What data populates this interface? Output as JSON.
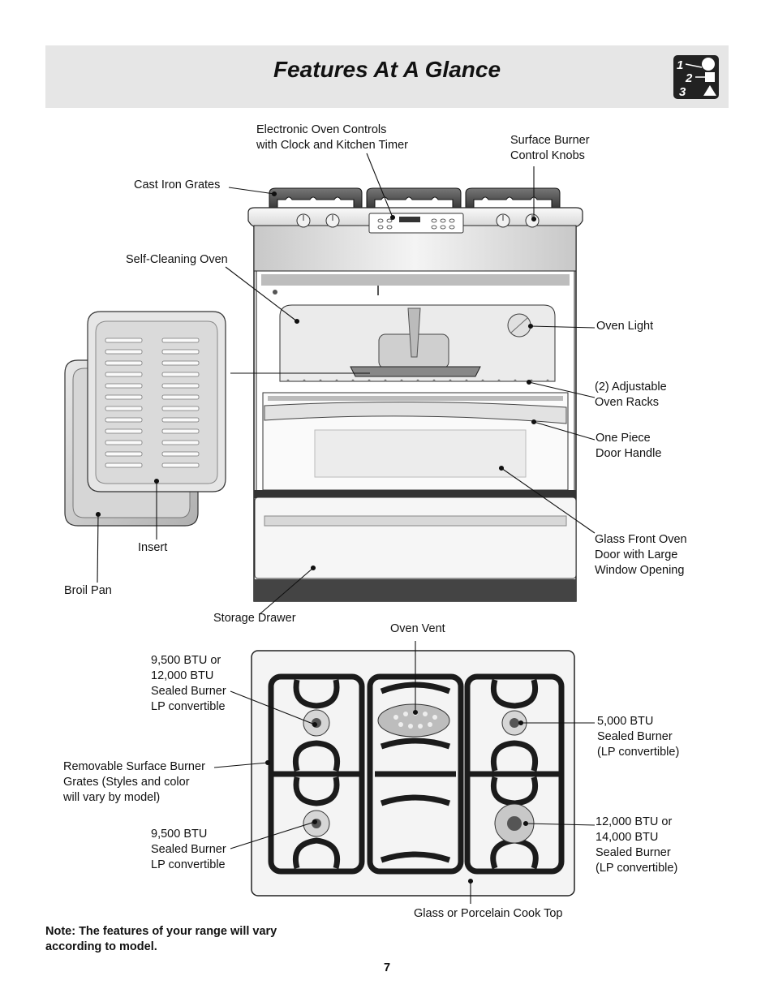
{
  "page": {
    "title": "Features At A Glance",
    "page_number": "7",
    "note_line1": "Note: The features of your range will vary",
    "note_line2": "according to model.",
    "header_icon": "numbered-steps-icon"
  },
  "range_labels": {
    "controls_1": "Electronic Oven Controls",
    "controls_2": "with Clock and Kitchen Timer",
    "knobs_1": "Surface Burner",
    "knobs_2": "Control Knobs",
    "grates": "Cast Iron Grates",
    "self_cleaning": "Self-Cleaning Oven",
    "oven_light": "Oven Light",
    "racks_1": "(2) Adjustable",
    "racks_2": "Oven Racks",
    "handle_1": "One Piece",
    "handle_2": "Door Handle",
    "glass_1": "Glass Front Oven",
    "glass_2": "Door with Large",
    "glass_3": "Window Opening",
    "insert": "Insert",
    "broil_pan": "Broil Pan",
    "storage": "Storage Drawer"
  },
  "cooktop_labels": {
    "vent": "Oven Vent",
    "b1_1": "9,500 BTU or",
    "b1_2": "12,000 BTU",
    "b1_3": "Sealed Burner",
    "b1_4": "LP convertible",
    "grates_1": "Removable Surface Burner",
    "grates_2": "Grates (Styles and color",
    "grates_3": "will vary by model)",
    "b2_1": "9,500 BTU",
    "b2_2": "Sealed Burner",
    "b2_3": "LP convertible",
    "b3_1": "5,000 BTU",
    "b3_2": "Sealed Burner",
    "b3_3": "(LP convertible)",
    "b4_1": "12,000 BTU or",
    "b4_2": "14,000 BTU",
    "b4_3": "Sealed Burner",
    "b4_4": "(LP convertible)",
    "top": "Glass or Porcelain Cook Top"
  }
}
